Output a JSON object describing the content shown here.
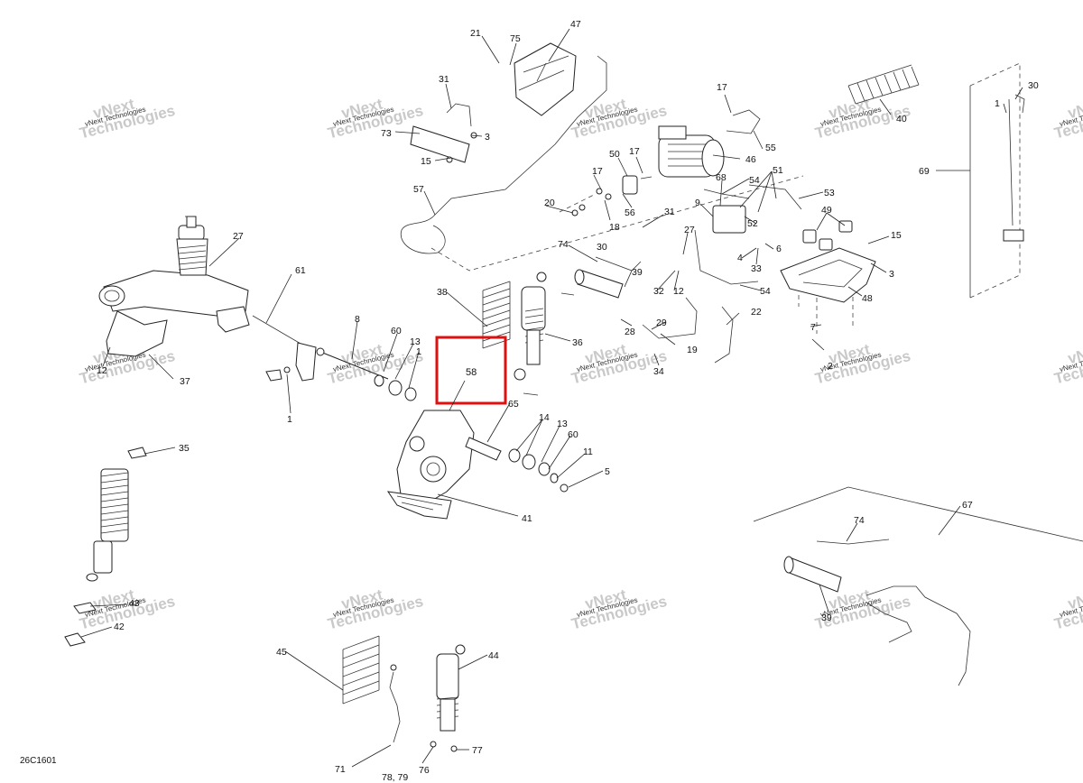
{
  "diagram": {
    "code": "26C1601",
    "watermark": {
      "line1": "vNext",
      "line2": "Technologies",
      "small": "vNext Technologies"
    },
    "highlight": {
      "label": "58"
    },
    "callouts": {
      "c1a": "1",
      "c1b": "1",
      "c2": "2",
      "c3a": "3",
      "c3b": "3",
      "c4": "4",
      "c5": "5",
      "c6": "6",
      "c7": "7",
      "c8": "8",
      "c9": "9",
      "c11": "11",
      "c12": "12",
      "c13a": "13",
      "c13b": "13",
      "c14": "14",
      "c15a": "15",
      "c15b": "15",
      "c17a": "17",
      "c17b": "17",
      "c17c": "17",
      "c18": "18",
      "c19": "19",
      "c20": "20",
      "c21": "21",
      "c22": "22",
      "c27a": "27",
      "c27b": "27",
      "c28": "28",
      "c29": "29",
      "c30a": "30",
      "c30b": "30",
      "c31a": "31",
      "c31b": "31",
      "c32": "32",
      "c33": "33",
      "c34": "34",
      "c35": "35",
      "c36": "36",
      "c37": "37",
      "c38": "38",
      "c39a": "39",
      "c39b": "39",
      "c40": "40",
      "c41": "41",
      "c42": "42",
      "c43": "43",
      "c44": "44",
      "c45": "45",
      "c46": "46",
      "c47": "47",
      "c48": "48",
      "c49": "49",
      "c50": "50",
      "c51": "51",
      "c52": "52",
      "c53": "53",
      "c54a": "54",
      "c54b": "54",
      "c55": "55",
      "c56": "56",
      "c57": "57",
      "c60a": "60",
      "c60b": "60",
      "c61": "61",
      "c65": "65",
      "c67": "67",
      "c68": "68",
      "c69": "69",
      "c71": "71",
      "c73": "73",
      "c74a": "74",
      "c74b": "74",
      "c75": "75",
      "c76": "76",
      "c77": "77",
      "c7879": "78, 79"
    }
  }
}
